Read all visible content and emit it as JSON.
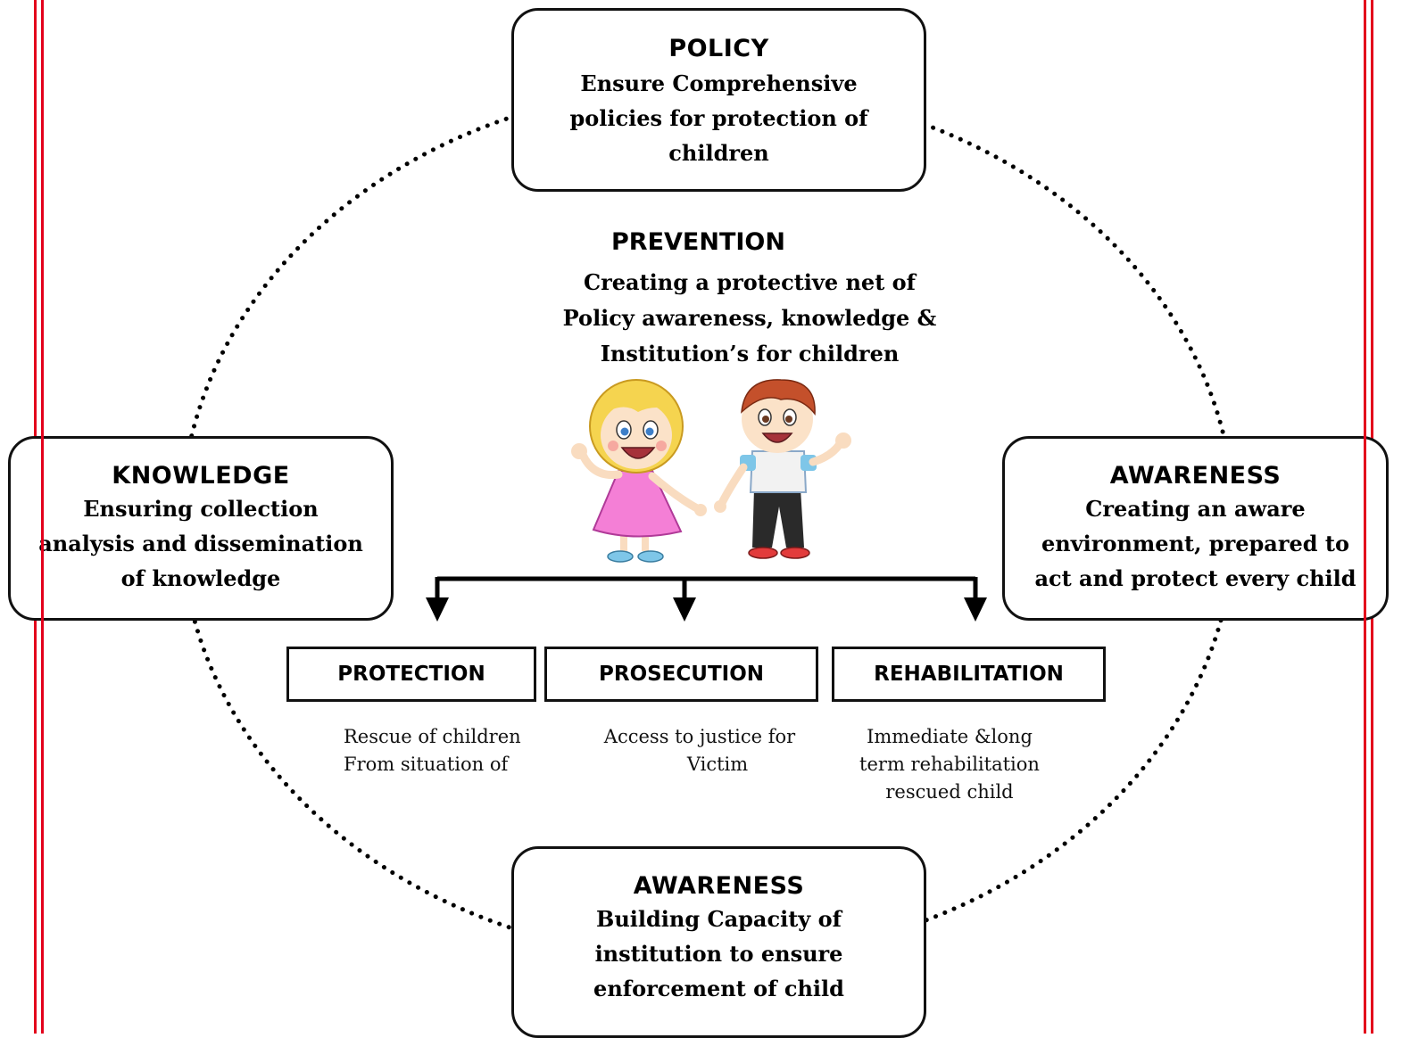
{
  "policy": {
    "title": "POLICY",
    "lines": [
      "Ensure Comprehensive",
      "policies for protection of",
      "children"
    ]
  },
  "prevention": {
    "title": "PREVENTION",
    "lines": [
      "Creating a protective net of",
      "Policy awareness, knowledge &",
      "Institution’s for children"
    ]
  },
  "knowledge": {
    "title": "KNOWLEDGE",
    "lines": [
      "Ensuring collection",
      "analysis and dissemination",
      "of knowledge"
    ]
  },
  "awareness_right": {
    "title": "AWARENESS",
    "lines": [
      "Creating an aware",
      "environment, prepared to",
      "act and protect every child"
    ]
  },
  "awareness_bottom": {
    "title": "AWARENESS",
    "lines": [
      "Building Capacity of",
      "institution to ensure",
      "enforcement of child"
    ]
  },
  "pillars": [
    {
      "label": "PROTECTION",
      "desc": [
        "Rescue of children",
        "From situation of"
      ]
    },
    {
      "label": "PROSECUTION",
      "desc": [
        "Access to justice for",
        "Victim"
      ]
    },
    {
      "label": "REHABILITATION",
      "desc": [
        "Immediate &long",
        "term rehabilitation",
        "rescued child"
      ]
    }
  ],
  "colors": {
    "border_red": "#e3001b",
    "girl_dress": "#f47fd6",
    "girl_hair": "#f5d44f",
    "boy_hair": "#c4502b",
    "boy_pants": "#2a2a2a"
  }
}
